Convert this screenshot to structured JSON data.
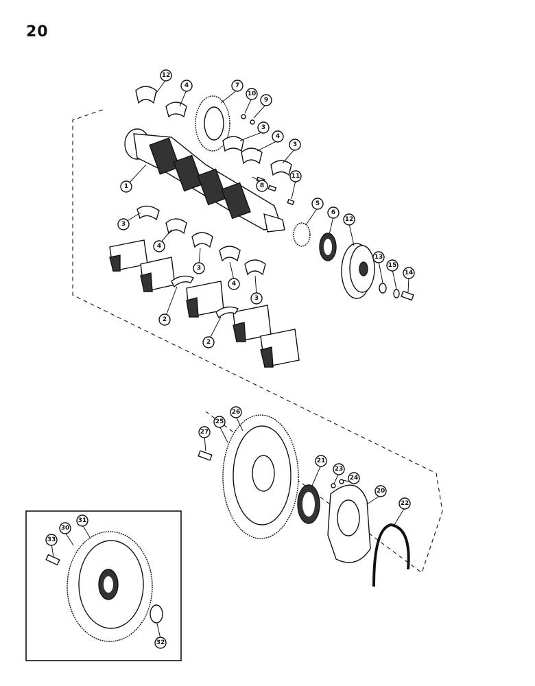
{
  "page": {
    "number": "20"
  },
  "callouts": [
    "1",
    "2",
    "3",
    "4",
    "5",
    "6",
    "7",
    "8",
    "9",
    "10",
    "11",
    "12",
    "13",
    "14",
    "15",
    "20",
    "21",
    "22",
    "23",
    "24",
    "25",
    "26",
    "27",
    "30",
    "31",
    "32",
    "33"
  ]
}
